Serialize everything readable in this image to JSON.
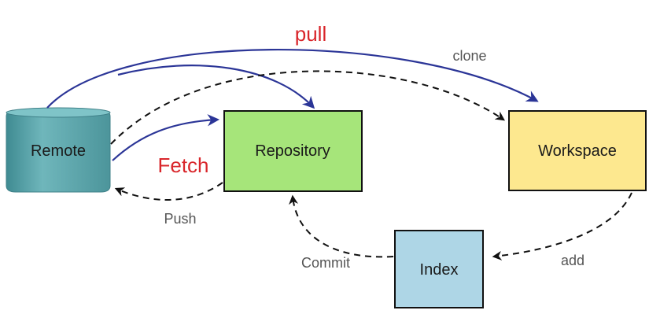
{
  "nodes": {
    "remote": {
      "label": "Remote"
    },
    "repository": {
      "label": "Repository"
    },
    "workspace": {
      "label": "Workspace"
    },
    "index": {
      "label": "Index"
    }
  },
  "edges": {
    "pull": {
      "label": "pull"
    },
    "clone": {
      "label": "clone"
    },
    "fetch": {
      "label": "Fetch"
    },
    "push": {
      "label": "Push"
    },
    "add": {
      "label": "add"
    },
    "commit": {
      "label": "Commit"
    }
  },
  "colors": {
    "remote_fill": "#5aa5ab",
    "repository_fill": "#a6e57a",
    "workspace_fill": "#fde88f",
    "index_fill": "#aed6e6",
    "solid_arrow": "#2b3597",
    "dashed_arrow": "#111111",
    "emphasis_text": "#d9262b",
    "plain_text": "#555555"
  }
}
